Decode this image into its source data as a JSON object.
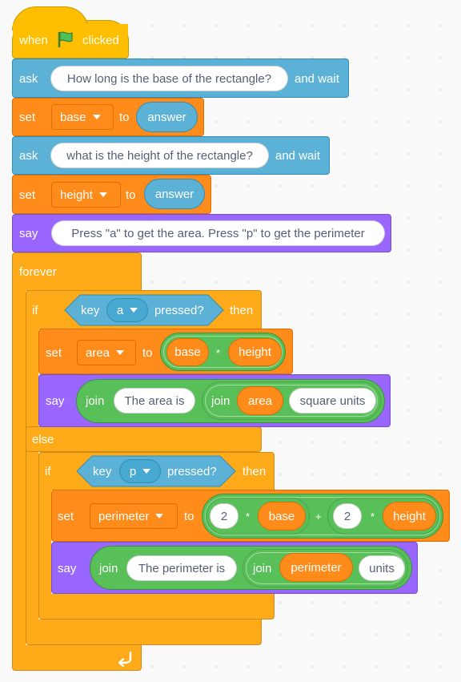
{
  "event": {
    "when": "when",
    "clicked": "clicked"
  },
  "ask1": {
    "ask": "ask",
    "question": "How long is the base of the rectangle?",
    "and_wait": "and wait"
  },
  "set1": {
    "set": "set",
    "variable": "base",
    "to": "to",
    "value": "answer"
  },
  "ask2": {
    "ask": "ask",
    "question": "what is the height of the rectangle?",
    "and_wait": "and wait"
  },
  "set2": {
    "set": "set",
    "variable": "height",
    "to": "to",
    "value": "answer"
  },
  "say1": {
    "say": "say",
    "message": "Press \"a\" to get the area. Press \"p\" to get the perimeter"
  },
  "forever": {
    "label": "forever"
  },
  "if_else": {
    "if": "if",
    "key": "key",
    "key_value": "a",
    "pressed": "pressed?",
    "then": "then",
    "else": "else",
    "set_area": {
      "set": "set",
      "variable": "area",
      "to": "to",
      "left": "base",
      "op": "*",
      "right": "height"
    },
    "say_area": {
      "say": "say",
      "join": "join",
      "text1": "The area is",
      "join2": "join",
      "var": "area",
      "text2": "square units"
    }
  },
  "if_p": {
    "if": "if",
    "key": "key",
    "key_value": "p",
    "pressed": "pressed?",
    "then": "then",
    "set_perimeter": {
      "set": "set",
      "variable": "perimeter",
      "to": "to",
      "num1": "2",
      "op1": "*",
      "var1": "base",
      "op_plus": "+",
      "num2": "2",
      "op2": "*",
      "var2": "height"
    },
    "say_perimeter": {
      "say": "say",
      "join": "join",
      "text1": "The perimeter is",
      "join2": "join",
      "var": "perimeter",
      "text2": "units"
    }
  },
  "colors": {
    "events": "#ffbf00",
    "sensing": "#5cb1d6",
    "variables": "#ff8c1a",
    "looks": "#9966ff",
    "control": "#ffab19",
    "operators": "#59c059"
  },
  "icons": {
    "green_flag": "green-flag-icon",
    "loop_arrow": "loop-arrow-icon",
    "dropdown": "caret-down-icon"
  }
}
